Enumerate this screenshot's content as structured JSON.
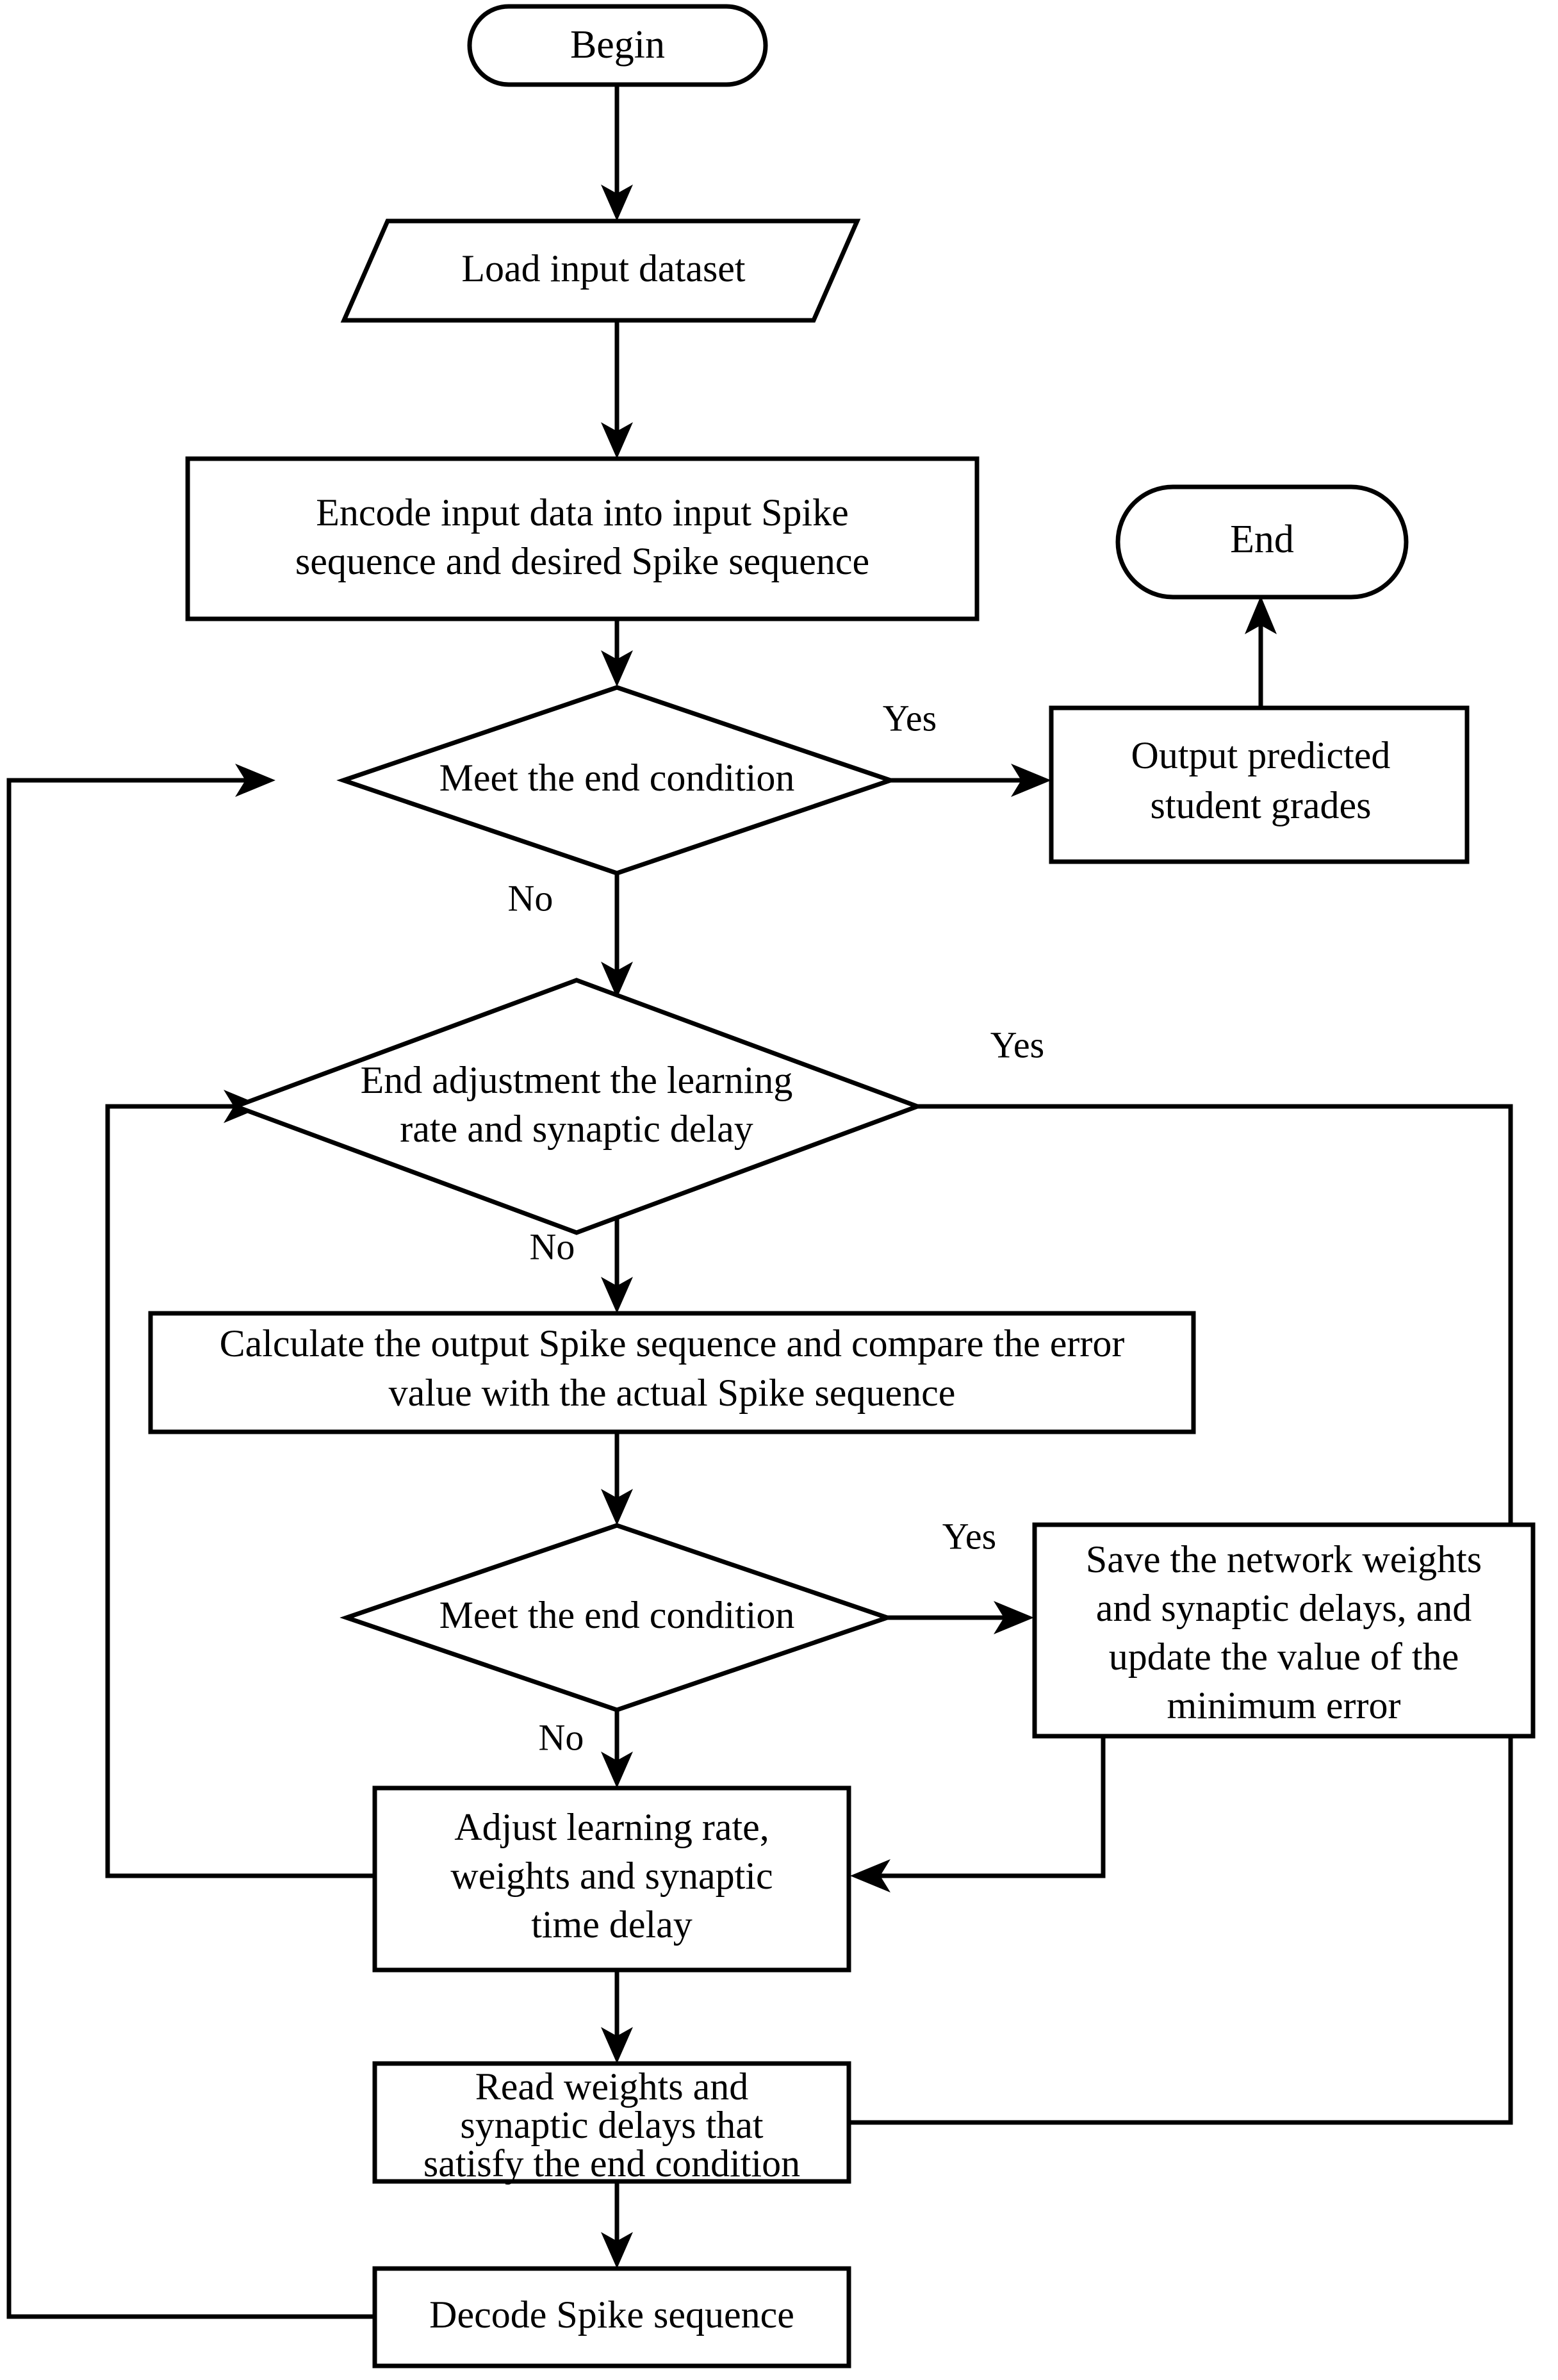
{
  "diagram": {
    "type": "flowchart",
    "title": "",
    "background_color": "#ffffff",
    "line_color": "#000000",
    "text_color": "#000000"
  },
  "nodes": {
    "begin": {
      "shape": "terminator",
      "label": "Begin"
    },
    "load_input": {
      "shape": "parallelogram",
      "label": "Load input dataset"
    },
    "encode": {
      "shape": "process",
      "line1": "Encode input data into input Spike",
      "line2": "sequence and desired Spike sequence"
    },
    "decision_end_1": {
      "shape": "decision",
      "label": "Meet the end condition"
    },
    "output_grades": {
      "shape": "process",
      "line1": "Output predicted",
      "line2": "student grades"
    },
    "end": {
      "shape": "terminator",
      "label": "End"
    },
    "decision_adjust": {
      "shape": "decision",
      "line1": "End adjustment the learning",
      "line2": "rate and synaptic delay"
    },
    "calculate": {
      "shape": "process",
      "line1": "Calculate the output Spike sequence and compare the error",
      "line2": "value with the actual Spike sequence"
    },
    "decision_end_2": {
      "shape": "decision",
      "label": "Meet the end condition"
    },
    "save_weights": {
      "shape": "process",
      "line1": "Save the network weights",
      "line2": "and synaptic delays, and",
      "line3": "update the value of the",
      "line4": "minimum error"
    },
    "adjust": {
      "shape": "process",
      "line1": "Adjust learning rate,",
      "line2": "weights and synaptic",
      "line3": "time delay"
    },
    "read_weights": {
      "shape": "process",
      "line1": "Read weights and",
      "line2": "synaptic delays that",
      "line3": "satisfy the end condition"
    },
    "decode": {
      "shape": "process",
      "label": "Decode Spike sequence"
    }
  },
  "edge_labels": {
    "yes_1": "Yes",
    "no_1": "No",
    "yes_2": "Yes",
    "no_2": "No",
    "yes_3": "Yes",
    "no_3": "No"
  }
}
